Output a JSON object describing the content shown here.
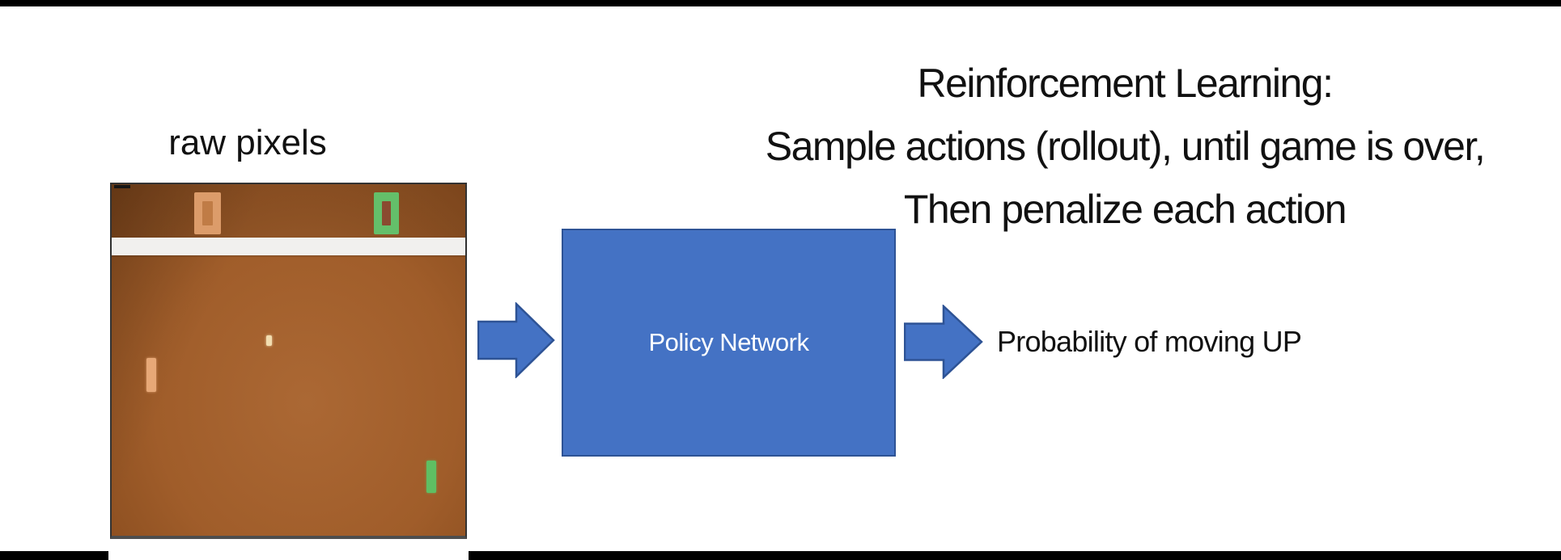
{
  "title": {
    "line1": "Reinforcement Learning:",
    "line2": "Sample actions (rollout), until game is over,",
    "line3": "Then penalize each action"
  },
  "pong": {
    "label": "raw pixels",
    "left_score": "0",
    "right_score": "0"
  },
  "policy_box": {
    "label": "Policy Network"
  },
  "output": {
    "label": "Probability of moving UP"
  },
  "icons": {
    "input_arrow": "right-arrow-icon",
    "output_arrow": "right-arrow-icon"
  },
  "colors": {
    "accent-blue": "#4472c4",
    "accent-blue-border": "#2e5395",
    "pong-brown": "#a05d2a",
    "pong-brown-light": "#ab6834",
    "pong-brown-dark": "#84491c",
    "pong-wall-white": "#f1f0ee",
    "score-orange": "#dc9c6a",
    "score-orange-hole": "#c07c46",
    "score-green": "#64bf6a",
    "score-green-hole": "#8a4a30",
    "paddle-tan": "#e7a877",
    "paddle-green": "#5fbf63",
    "ball-cream": "#f2ddb0",
    "text-black": "#111111",
    "bar-black": "#000000"
  }
}
